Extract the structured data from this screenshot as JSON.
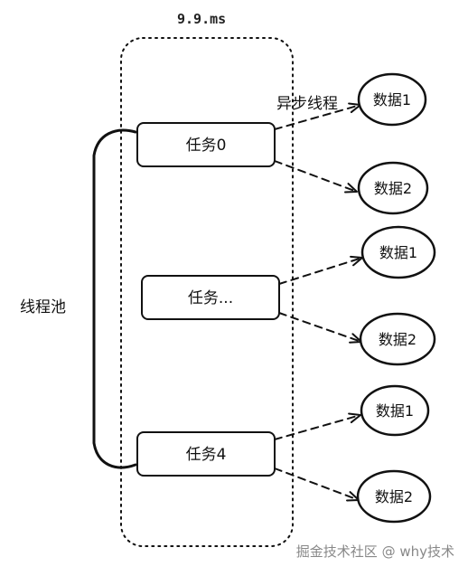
{
  "diagram": {
    "title": "9.9.ms",
    "pool_label": "线程池",
    "async_label": "异步线程",
    "tasks": [
      {
        "label": "任务0",
        "outputs": [
          "数据1",
          "数据2"
        ]
      },
      {
        "label": "任务...",
        "outputs": [
          "数据1",
          "数据2"
        ]
      },
      {
        "label": "任务4",
        "outputs": [
          "数据1",
          "数据2"
        ]
      }
    ]
  },
  "watermark": "掘金技术社区 @ why技术"
}
